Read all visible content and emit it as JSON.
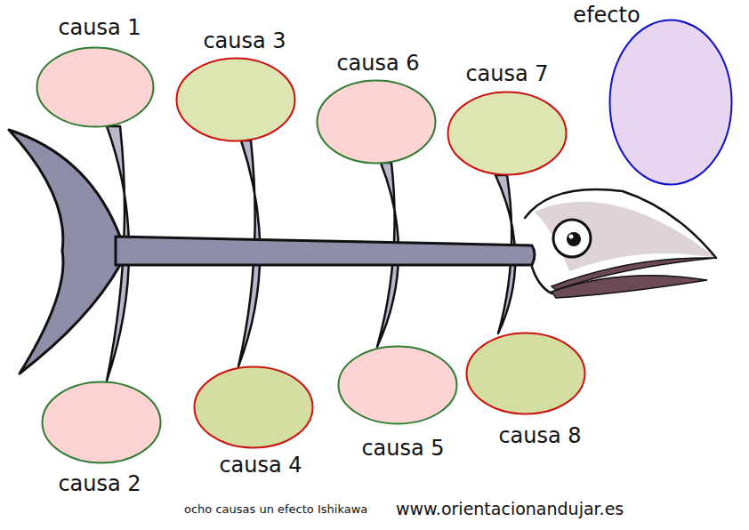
{
  "diagram": {
    "nodes": [
      {
        "text": [
          "causa 1"
        ]
      },
      {
        "text": [
          "causa 3"
        ]
      },
      {
        "text": [
          "causa 6"
        ]
      },
      {
        "text": [
          "causa 7"
        ]
      },
      {
        "text": [
          "efecto"
        ]
      },
      {
        "text": [
          "causa 2"
        ]
      },
      {
        "text": [
          "causa 4"
        ]
      },
      {
        "text": [
          "causa 5"
        ]
      },
      {
        "text": [
          "causa 8"
        ]
      }
    ],
    "labels": [
      "ocho causas un efecto Ishikawa",
      "www.orientacionandujar.es"
    ]
  }
}
